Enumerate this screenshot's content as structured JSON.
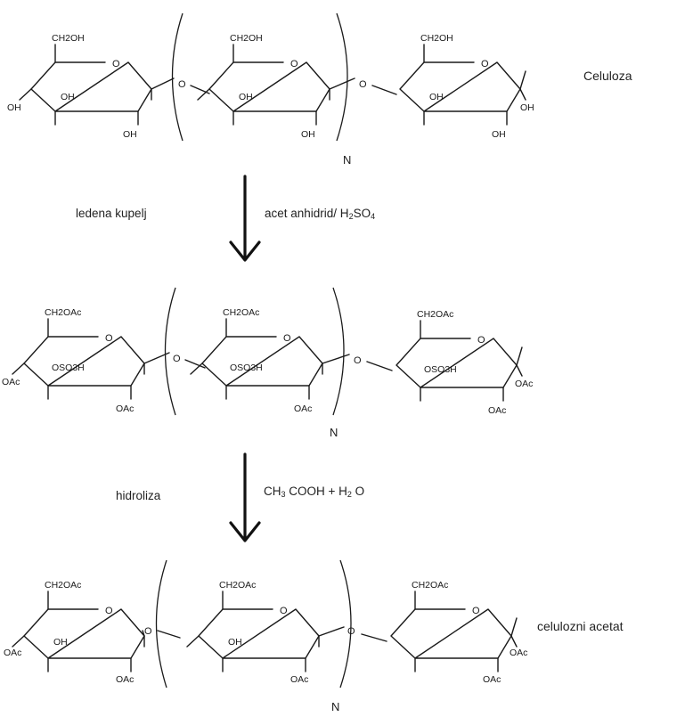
{
  "rows": [
    {
      "name": "Celuloza",
      "ch2_label": "CH2OH",
      "ring_o": "O",
      "link_o": "O",
      "sub_left": "OH",
      "sub_mid": "OH",
      "sub_bottom": "OH",
      "end_right": "OH",
      "end_bottom": "OH",
      "repeat_n": "N"
    },
    {
      "name": "",
      "ch2_label": "CH2OAc",
      "ring_o": "O",
      "link_o": "O",
      "sub_left": "OAc",
      "sub_mid": "OSO3H",
      "sub_bottom": "OAc",
      "end_right": "OAc",
      "end_bottom": "OAc",
      "repeat_n": "N"
    },
    {
      "name": "celulozni acetat",
      "ch2_label": "CH2OAc",
      "ring_o": "O",
      "link_o": "O",
      "sub_left": "OAc",
      "sub_mid": "OH",
      "sub_bottom": "OAc",
      "end_right": "OAc",
      "end_bottom": "OAc",
      "repeat_n": "N"
    }
  ],
  "steps": [
    {
      "left_label": "ledena kupelj",
      "reagent_text": "acet anhidrid/ H",
      "reagent_sub1": "2",
      "reagent_mid": "SO",
      "reagent_sub2": "4"
    },
    {
      "left_label": "hidroliza",
      "reagent_text": "CH",
      "reagent_sub1": "3",
      "reagent_mid": " COOH  +  H",
      "reagent_sub2": "2",
      "reagent_end": " O"
    }
  ]
}
